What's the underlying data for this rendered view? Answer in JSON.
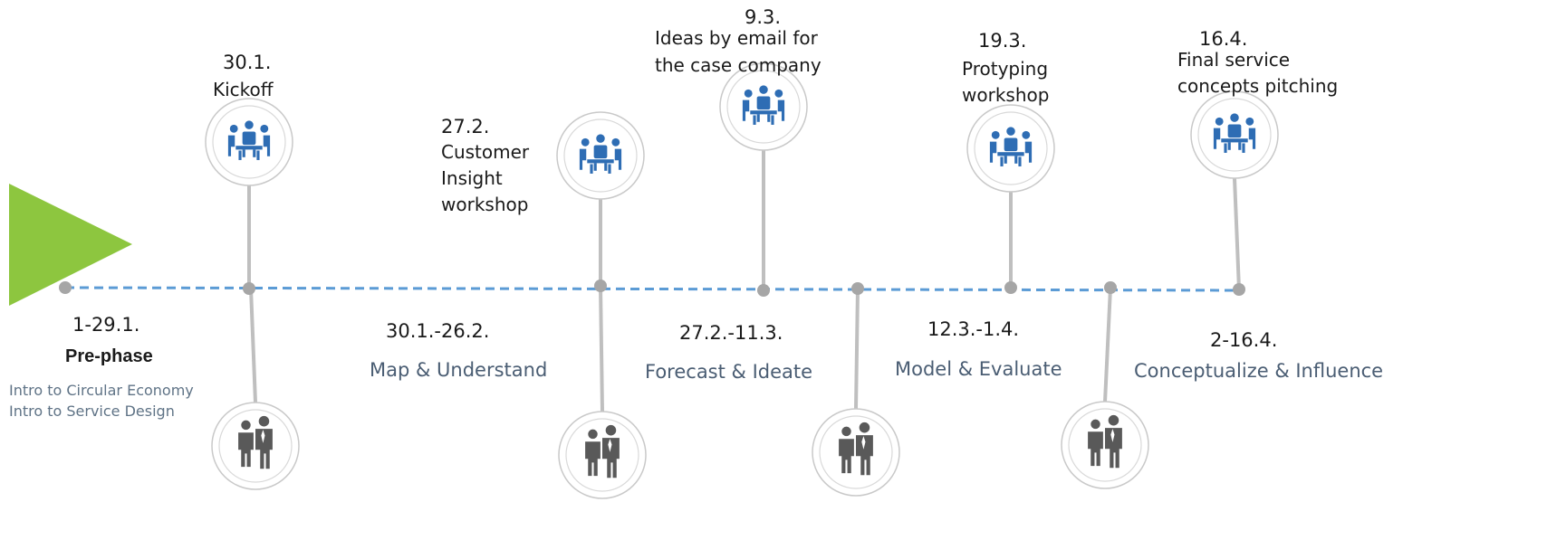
{
  "colors": {
    "timeline": "#5b9bd5",
    "stem": "#bfbfbf",
    "node": "#a6a6a6",
    "arrow": "#8dc63f",
    "icon_blue": "#2e6db4",
    "icon_gray": "#595959",
    "text_blue": "#4a5d73"
  },
  "milestones": [
    {
      "date": "30.1.",
      "label": "Kickoff",
      "icon": "meeting-icon"
    },
    {
      "date": "27.2.",
      "label_lines": [
        "Customer",
        "Insight",
        "workshop"
      ],
      "icon": "meeting-icon"
    },
    {
      "date": "9.3.",
      "label_lines": [
        "Ideas by email for",
        "the case company"
      ],
      "icon": "meeting-icon"
    },
    {
      "date": "19.3.",
      "label_lines": [
        "Protyping",
        "workshop"
      ],
      "icon": "meeting-icon"
    },
    {
      "date": "16.4.",
      "label_lines": [
        "Final service",
        "concepts pitching"
      ],
      "icon": "meeting-icon"
    }
  ],
  "phases": [
    {
      "dates": "1-29.1.",
      "name": "Pre-phase",
      "details": [
        "Intro to Circular Economy",
        "Intro to Service Design"
      ]
    },
    {
      "dates": "30.1.-26.2.",
      "name": "Map & Understand"
    },
    {
      "dates": "27.2.-11.3.",
      "name": "Forecast & Ideate"
    },
    {
      "dates": "12.3.-1.4.",
      "name": "Model & Evaluate"
    },
    {
      "dates": "2-16.4.",
      "name": "Conceptualize  & Influence"
    }
  ],
  "bottom_icons": [
    "people-icon",
    "people-icon",
    "people-icon",
    "people-icon"
  ]
}
